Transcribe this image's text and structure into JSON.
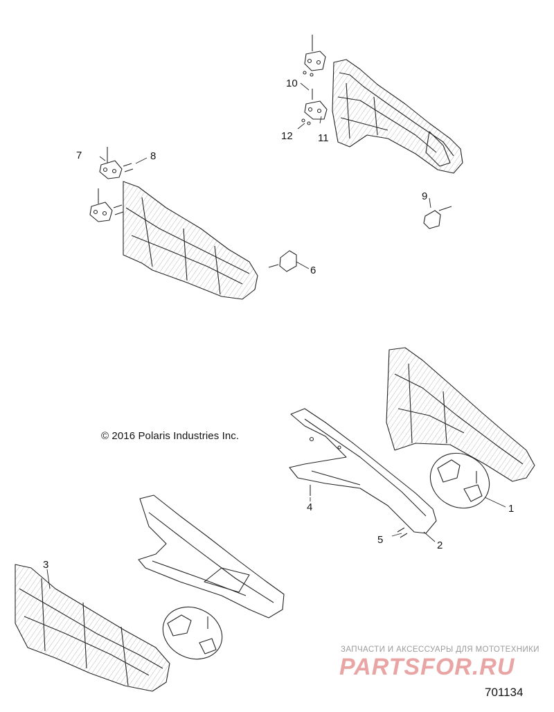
{
  "copyright": "© 2016 Polaris Industries Inc.",
  "diagram_id": "701134",
  "watermark": {
    "caption": "ЗАПЧАСТИ И АКСЕССУАРЫ ДЛЯ МОТОТЕХНИКИ",
    "logo": "PARTSFOR.RU"
  },
  "callouts": [
    "1",
    "2",
    "3",
    "4",
    "5",
    "6",
    "7",
    "8",
    "9",
    "10",
    "11",
    "12"
  ],
  "colors": {
    "line": "#222222",
    "hatch": "#8a8a8a",
    "watermark_logo": "#e9a4a4",
    "watermark_text": "#9a9a9a"
  }
}
